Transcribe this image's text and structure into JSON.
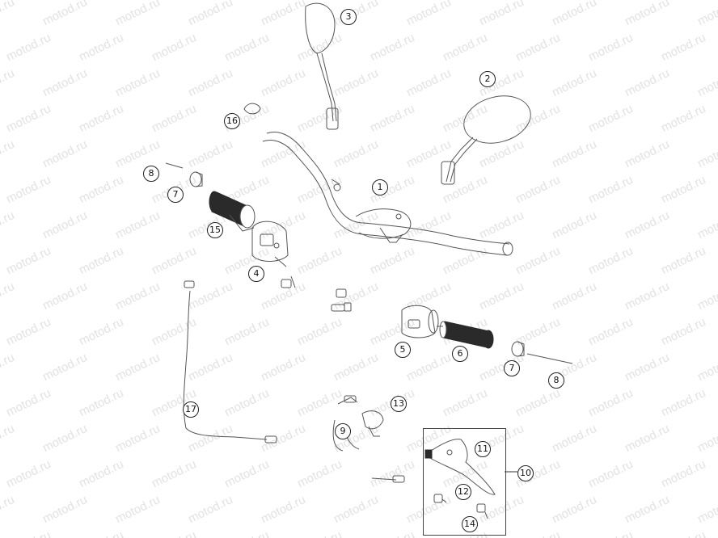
{
  "watermark": "motod.ru",
  "colors": {
    "line": "#555555",
    "grip": "#2a2a2a",
    "watermark": "#e2e2e2",
    "callout_border": "#222222"
  },
  "callouts": {
    "c1": "1",
    "c2": "2",
    "c3": "3",
    "c4": "4",
    "c5": "5",
    "c6": "6",
    "c7a": "7",
    "c7b": "7",
    "c8a": "8",
    "c8b": "8",
    "c9": "9",
    "c10": "10",
    "c11": "11",
    "c12": "12",
    "c13": "13",
    "c14": "14",
    "c15": "15",
    "c16": "16",
    "c17": "17"
  }
}
